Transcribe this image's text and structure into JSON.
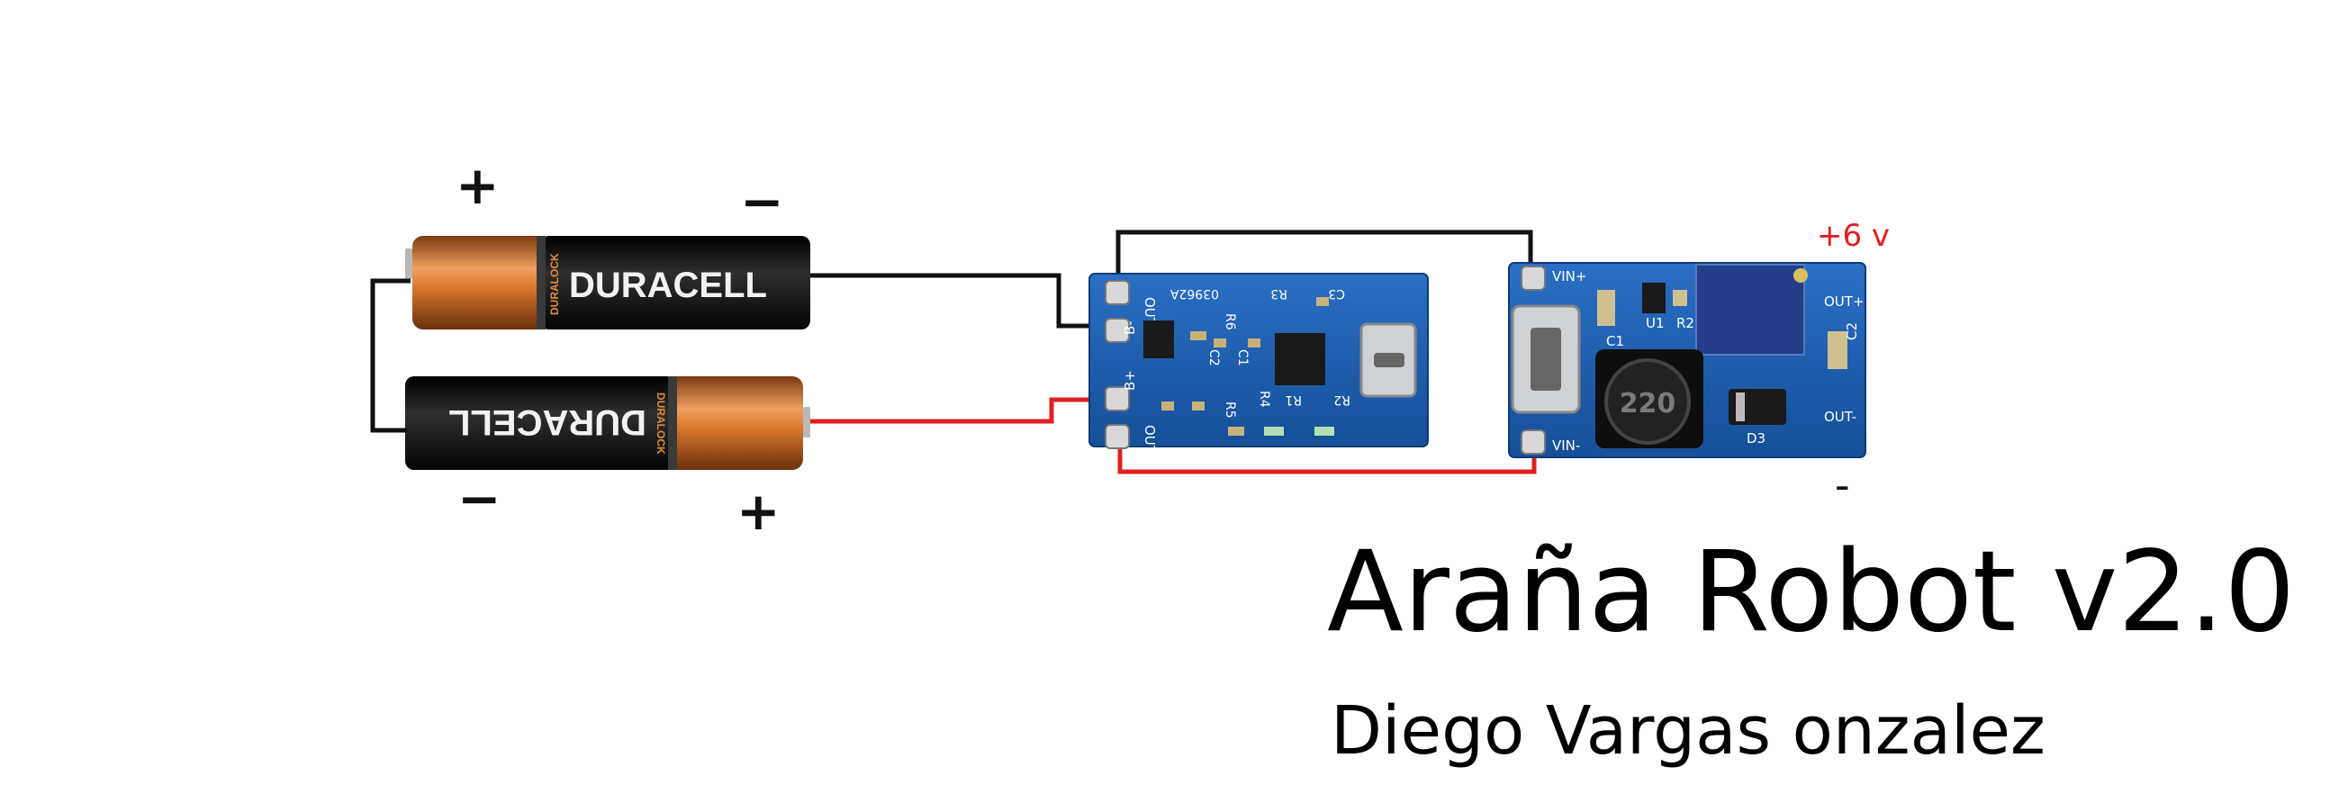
{
  "batteries": [
    {
      "brand": "DURACELL",
      "sub_brand": "DURALOCK",
      "plus": "+",
      "minus": "−"
    },
    {
      "brand": "DURACELL",
      "sub_brand": "DURALOCK",
      "plus": "+",
      "minus": "−"
    }
  ],
  "charger_module": {
    "pins": [
      "OUT-",
      "B-",
      "B+",
      "OUT+"
    ],
    "part_labels": [
      "03962A",
      "R3",
      "C3",
      "R6",
      "C1",
      "C2",
      "R5",
      "R4",
      "R1",
      "R2"
    ]
  },
  "boost_module": {
    "pins": [
      "VIN+",
      "VIN-",
      "OUT+",
      "OUT-"
    ],
    "part_labels": [
      "U1",
      "R2",
      "C1",
      "C2",
      "D3",
      "220"
    ],
    "output_voltage": "+6 v",
    "output_minus": "-"
  },
  "title": "Araña Robot v2.0",
  "author": "Diego Vargas onzalez",
  "colors": {
    "wire_black": "#111111",
    "wire_red": "#e02020",
    "pcb": "#1d5fb0",
    "battery_copper": "#e0843a"
  }
}
